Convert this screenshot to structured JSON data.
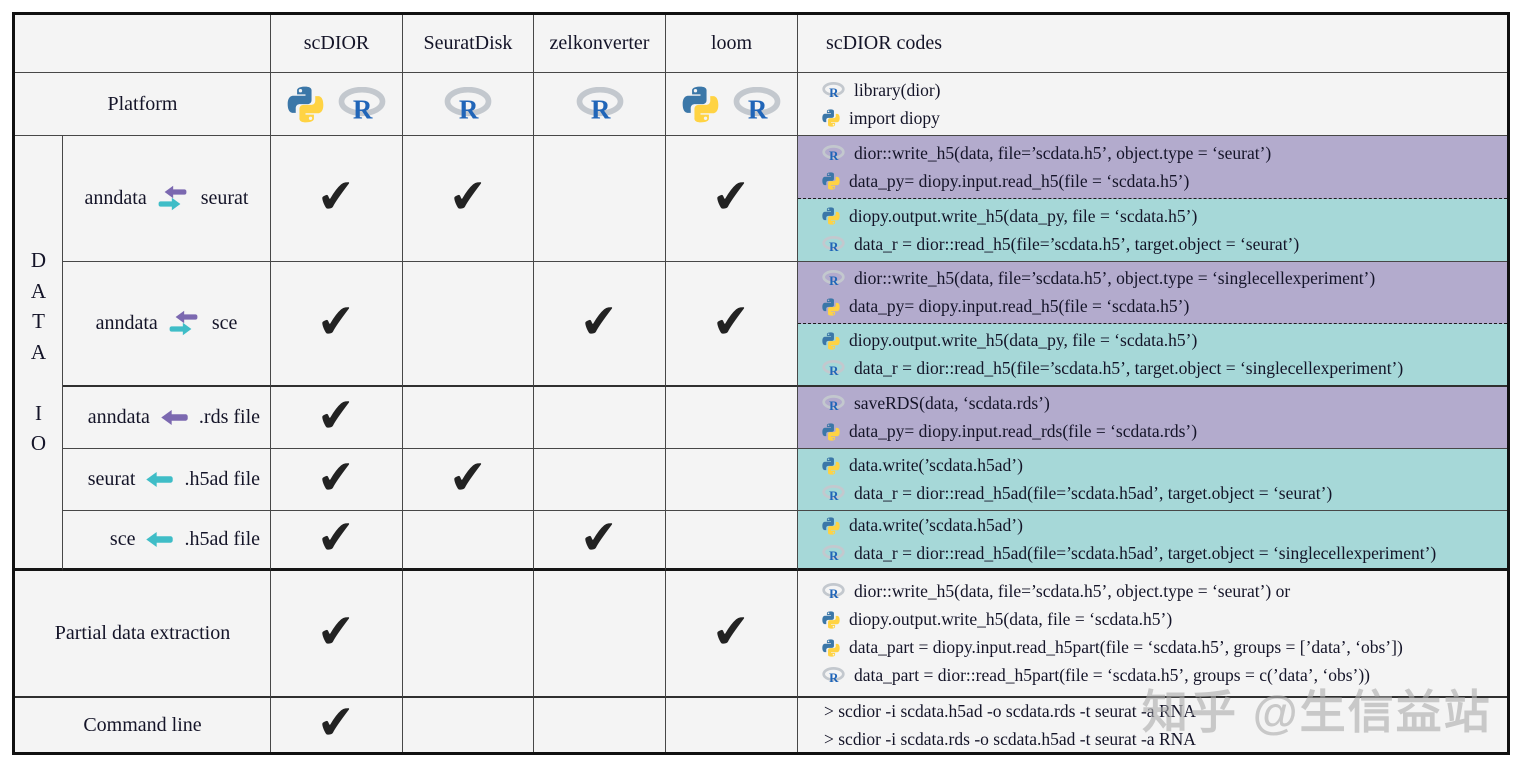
{
  "ui": {
    "check_glyph": "✔",
    "colors": {
      "purple_block": "#b3abcd",
      "teal_block": "#a6d8d8",
      "arrow_purple": "#7b68b0",
      "arrow_teal": "#3fbdc7",
      "python_blue": "#3b77a8",
      "python_yellow": "#ffd343",
      "r_blue": "#2065b8",
      "r_ring": "#c3c8ce"
    }
  },
  "header": {
    "tools": [
      "scDIOR",
      "SeuratDisk",
      "zelkonverter",
      "loom"
    ],
    "codes_title": "scDIOR codes"
  },
  "platform": {
    "label": "Platform",
    "platforms": [
      [
        "python",
        "r"
      ],
      [
        "r"
      ],
      [
        "r"
      ],
      [
        "python",
        "r"
      ]
    ],
    "codes": [
      {
        "lang": "r",
        "text": "library(dior)"
      },
      {
        "lang": "python",
        "text": "import diopy"
      }
    ]
  },
  "section": {
    "vertical_label": [
      "D",
      "A",
      "T",
      "A",
      "",
      "I",
      "O"
    ]
  },
  "data_io_rows": [
    {
      "label_left": "anndata",
      "label_right": "seurat",
      "arrow": "both",
      "checks": [
        true,
        true,
        false,
        true
      ],
      "blocks": [
        {
          "color": "purple",
          "lines": [
            {
              "lang": "r",
              "text": "dior::write_h5(data, file=’scdata.h5’, object.type = ‘seurat’)"
            },
            {
              "lang": "python",
              "text": "data_py= diopy.input.read_h5(file = ‘scdata.h5’)"
            }
          ]
        },
        {
          "color": "teal",
          "lines": [
            {
              "lang": "python",
              "text": "diopy.output.write_h5(data_py, file = ‘scdata.h5’)"
            },
            {
              "lang": "r",
              "text": "data_r = dior::read_h5(file=’scdata.h5’, target.object = ‘seurat’)"
            }
          ]
        }
      ]
    },
    {
      "label_left": "anndata",
      "label_right": "sce",
      "arrow": "both",
      "checks": [
        true,
        false,
        true,
        true
      ],
      "blocks": [
        {
          "color": "purple",
          "lines": [
            {
              "lang": "r",
              "text": "dior::write_h5(data, file=’scdata.h5’, object.type = ‘singlecellexperiment’)"
            },
            {
              "lang": "python",
              "text": "data_py= diopy.input.read_h5(file = ‘scdata.h5’)"
            }
          ]
        },
        {
          "color": "teal",
          "lines": [
            {
              "lang": "python",
              "text": "diopy.output.write_h5(data_py, file = ‘scdata.h5’)"
            },
            {
              "lang": "r",
              "text": "data_r = dior::read_h5(file=’scdata.h5’, target.object = ‘singlecellexperiment’)"
            }
          ]
        }
      ]
    },
    {
      "label_left": "anndata",
      "label_right": ".rds file",
      "arrow": "left-purple",
      "checks": [
        true,
        false,
        false,
        false
      ],
      "blocks": [
        {
          "color": "purple",
          "lines": [
            {
              "lang": "r",
              "text": "saveRDS(data, ‘scdata.rds’)"
            },
            {
              "lang": "python",
              "text": "data_py= diopy.input.read_rds(file = ‘scdata.rds’)"
            }
          ]
        }
      ]
    },
    {
      "label_left": "seurat",
      "label_right": ".h5ad file",
      "arrow": "left-teal",
      "checks": [
        true,
        true,
        false,
        false
      ],
      "blocks": [
        {
          "color": "teal",
          "lines": [
            {
              "lang": "python",
              "text": "data.write(’scdata.h5ad’)"
            },
            {
              "lang": "r",
              "text": "data_r = dior::read_h5ad(file=’scdata.h5ad’, target.object = ‘seurat’)"
            }
          ]
        }
      ]
    },
    {
      "label_left": "sce",
      "label_right": ".h5ad file",
      "arrow": "left-teal",
      "checks": [
        true,
        false,
        true,
        false
      ],
      "blocks": [
        {
          "color": "teal",
          "lines": [
            {
              "lang": "python",
              "text": "data.write(’scdata.h5ad’)"
            },
            {
              "lang": "r",
              "text": "data_r = dior::read_h5ad(file=’scdata.h5ad’, target.object = ‘singlecellexperiment’)"
            }
          ]
        }
      ]
    }
  ],
  "partial": {
    "label": "Partial data extraction",
    "checks": [
      true,
      false,
      false,
      true
    ],
    "lines": [
      {
        "lang": "r",
        "text": "dior::write_h5(data, file=’scdata.h5’, object.type = ‘seurat’) or"
      },
      {
        "lang": "python",
        "text": "diopy.output.write_h5(data, file = ‘scdata.h5’)"
      },
      {
        "lang": "python",
        "text": "data_part = diopy.input.read_h5part(file = ‘scdata.h5’, groups = [’data’, ‘obs’])"
      },
      {
        "lang": "r",
        "text": "data_part = dior::read_h5part(file = ‘scdata.h5’, groups = c(’data’, ‘obs’))"
      }
    ]
  },
  "command": {
    "label": "Command line",
    "checks": [
      true,
      false,
      false,
      false
    ],
    "lines": [
      ">  scdior -i scdata.h5ad -o scdata.rds -t seurat -a RNA",
      ">  scdior -i scdata.rds -o scdata.h5ad -t seurat -a RNA"
    ]
  },
  "watermark": "知乎 @生信益站"
}
